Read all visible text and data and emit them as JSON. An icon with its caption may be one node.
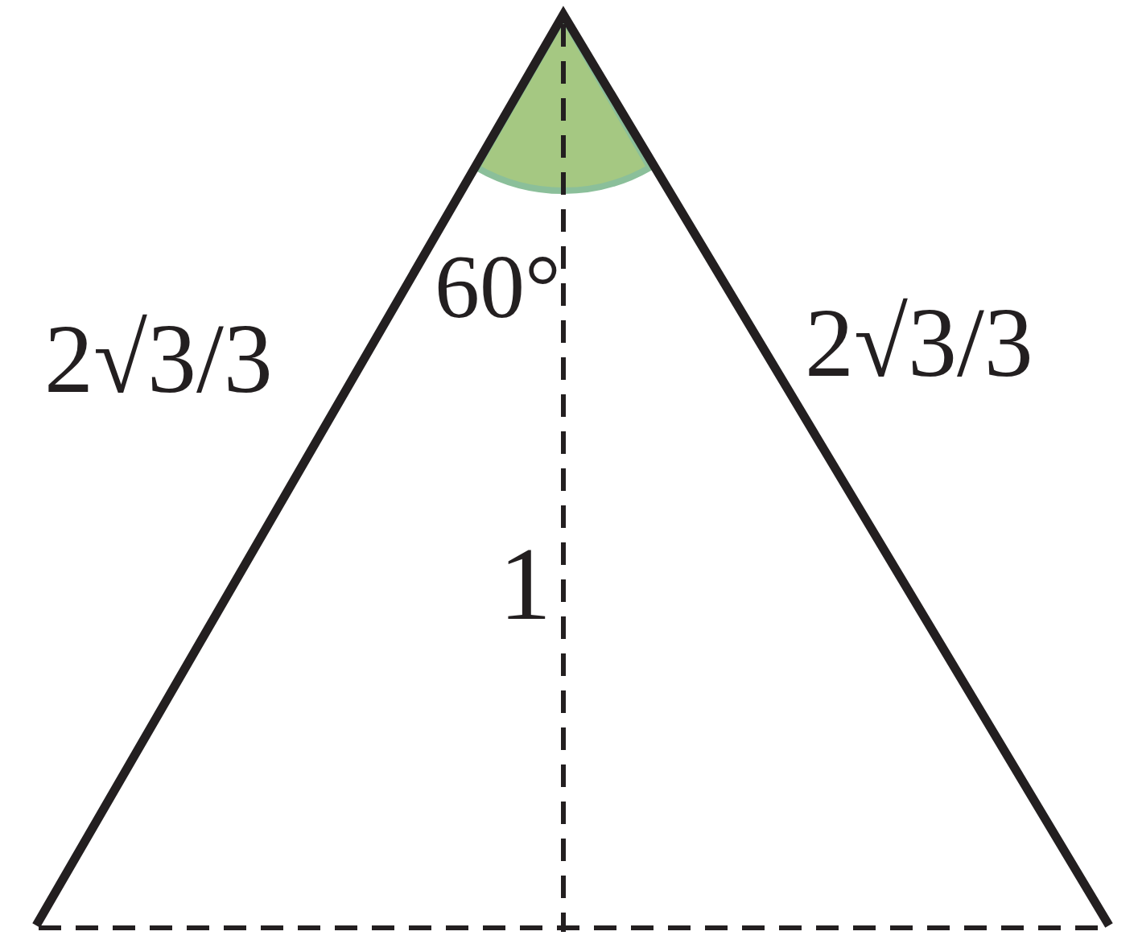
{
  "diagram": {
    "labels": [
      "2√3/3",
      "60°",
      "2√3/3",
      "1"
    ]
  }
}
